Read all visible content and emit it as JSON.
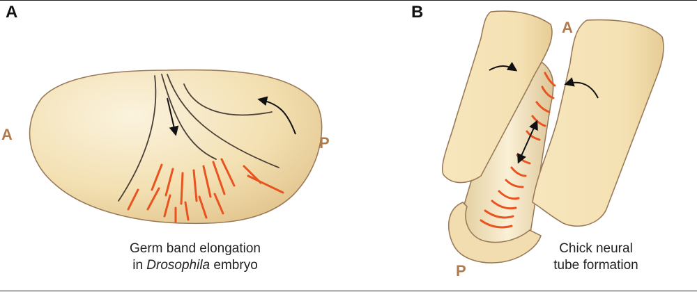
{
  "colors": {
    "tissue_fill": "#f3e0b2",
    "tissue_outline": "#9a7a58",
    "cell_marks": "#e8531f",
    "axis_letters": "#b07a4f",
    "arrows": "#111111"
  },
  "panel_a": {
    "letter": "A",
    "anterior_label": "A",
    "posterior_label": "P",
    "caption_line1": "Germ band elongation",
    "caption_line2_prefix": "in ",
    "caption_line2_italic": "Drosophila",
    "caption_line2_suffix": " embryo"
  },
  "panel_b": {
    "letter": "B",
    "anterior_label": "A",
    "posterior_label": "P",
    "caption_line1": "Chick neural",
    "caption_line2": "tube formation"
  }
}
